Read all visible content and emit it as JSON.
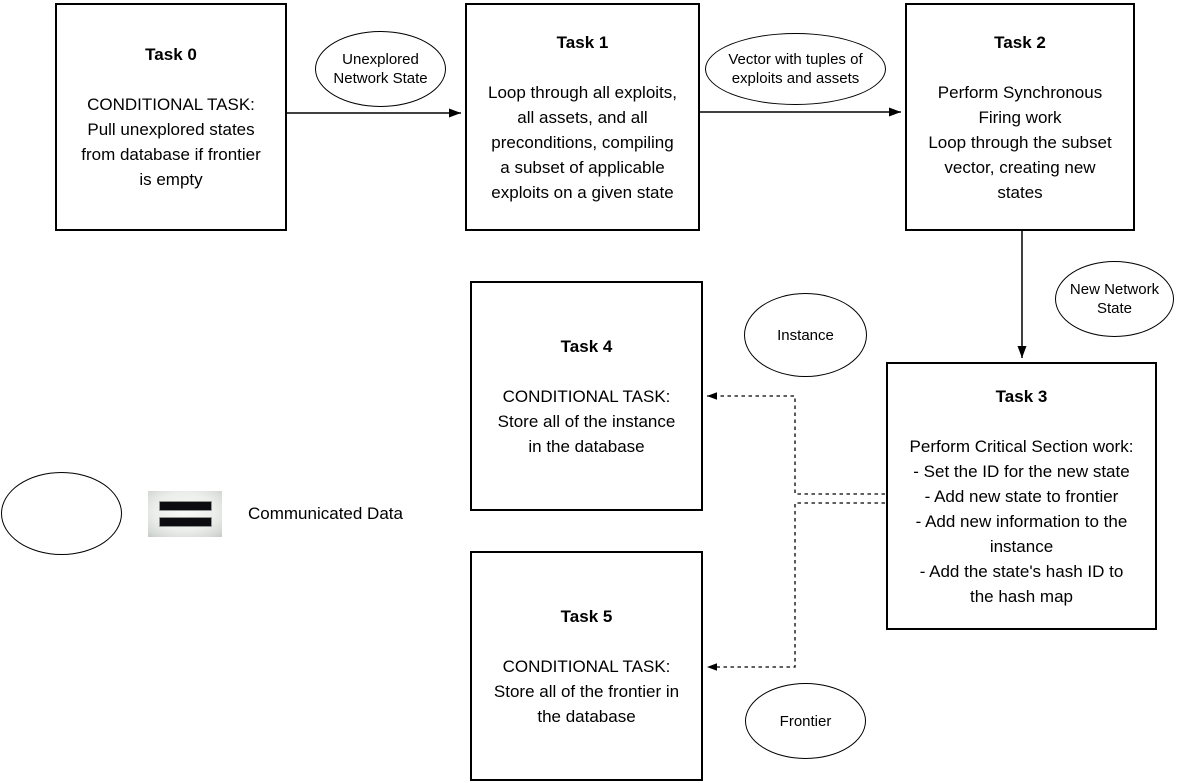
{
  "tasks": [
    {
      "title": "Task 0",
      "body": "CONDITIONAL TASK:\nPull unexplored states\nfrom database if frontier\nis empty"
    },
    {
      "title": "Task 1",
      "body": "Loop through all exploits,\nall assets, and all\npreconditions, compiling\na subset of applicable\nexploits on a given state"
    },
    {
      "title": "Task 2",
      "body": "Perform Synchronous\nFiring work\nLoop through the subset\nvector, creating new\nstates"
    },
    {
      "title": "Task 3",
      "body": "Perform Critical Section work:\n- Set the ID for the new state\n- Add new state to frontier\n- Add new information to the\ninstance\n- Add the state's hash ID to\nthe hash map"
    },
    {
      "title": "Task 4",
      "body": "CONDITIONAL TASK:\nStore all of the instance\nin the database"
    },
    {
      "title": "Task 5",
      "body": "CONDITIONAL TASK:\nStore all of the frontier in\nthe database"
    }
  ],
  "data_labels": [
    {
      "label": "Unexplored\nNetwork State"
    },
    {
      "label": "Vector with tuples of\nexploits and assets"
    },
    {
      "label": "New Network\nState"
    },
    {
      "label": "Instance"
    },
    {
      "label": "Frontier"
    }
  ],
  "legend": {
    "label": "Communicated Data",
    "symbol": "equals-icon"
  },
  "colors": {
    "stroke": "#000000",
    "background": "#ffffff"
  }
}
